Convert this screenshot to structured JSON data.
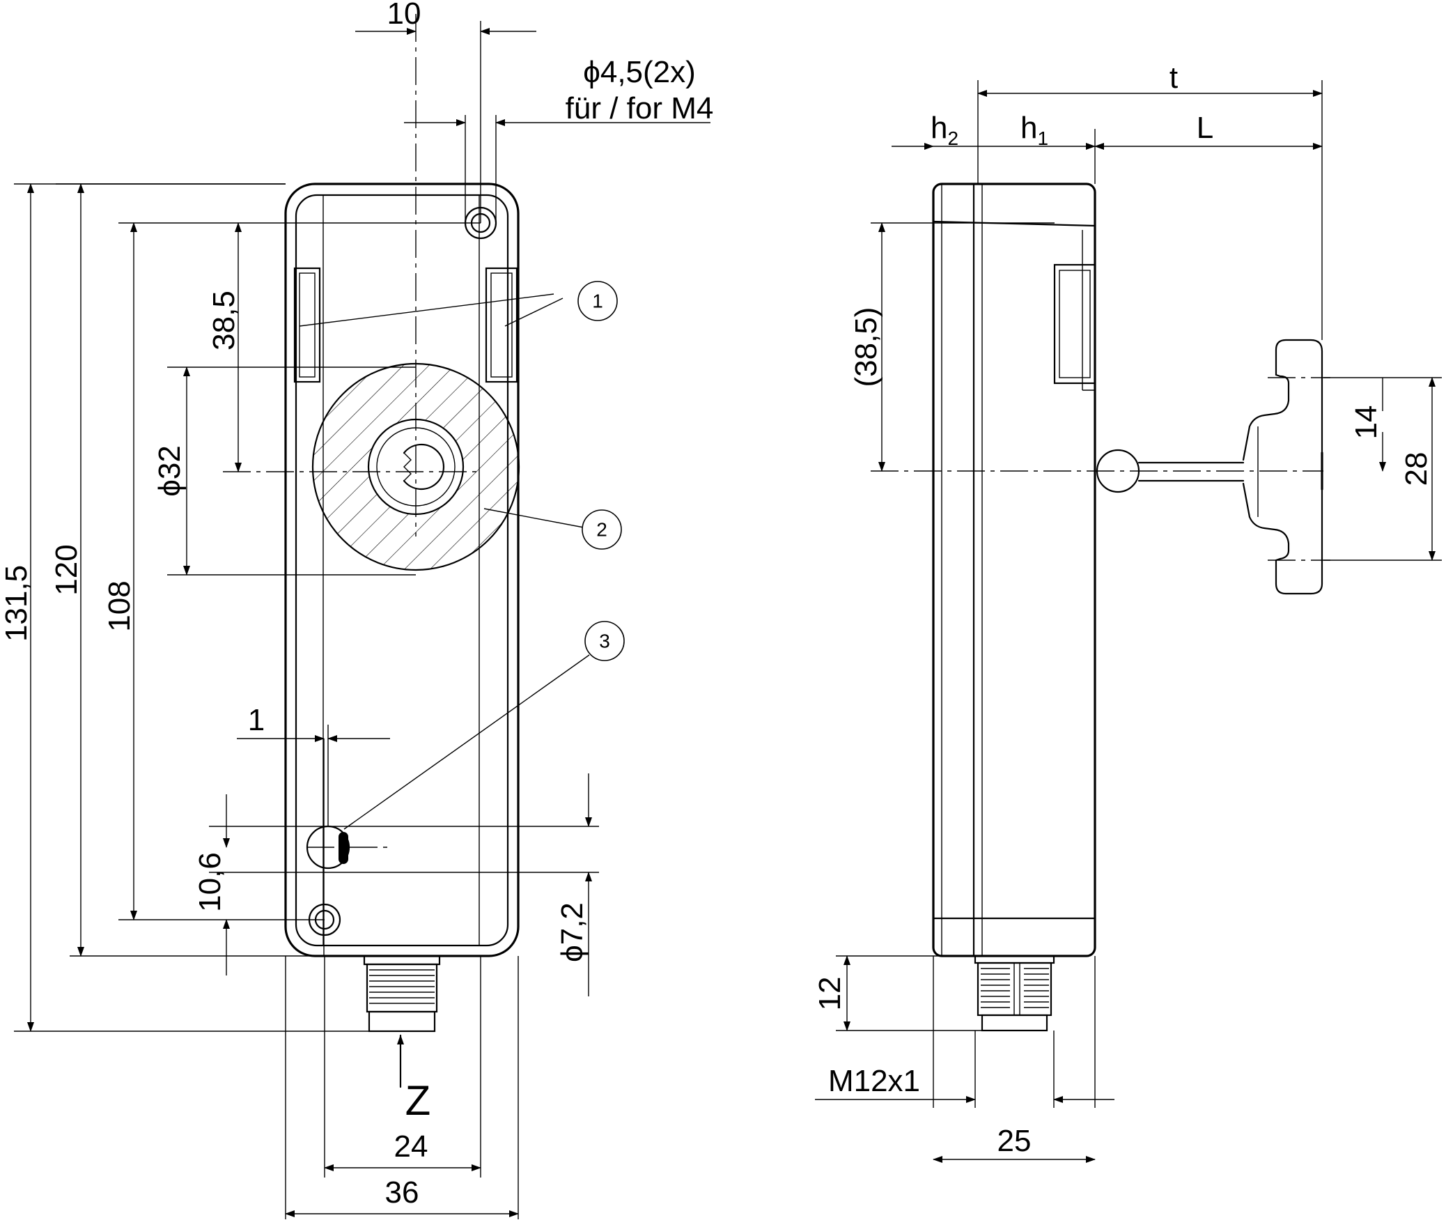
{
  "front_view": {
    "dim_width_total": "36",
    "dim_hole_spacing": "24",
    "dim_hole_offset": "10",
    "dim_mount_hole": "ϕ4,5(2x)",
    "dim_mount_hole_note": "für / for M4",
    "dim_height_total": "131,5",
    "dim_height_body": "120",
    "dim_hole_pitch": "108",
    "dim_top_offset": "38,5",
    "dim_actuator_dia": "ϕ32",
    "dim_led_offset_x": "1",
    "dim_led_offset_y": "10,6",
    "dim_led_dia": "ϕ7,2",
    "view_arrow_label": "Z"
  },
  "side_view": {
    "dim_t": "t",
    "dim_h1": "h",
    "dim_h1_sub": "1",
    "dim_h2": "h",
    "dim_h2_sub": "2",
    "dim_L": "L",
    "dim_ref_38_5": "(38,5)",
    "dim_14": "14",
    "dim_28": "28",
    "dim_connector_len": "12",
    "dim_thread": "M12x1",
    "dim_depth": "25"
  },
  "callouts": [
    "1",
    "2",
    "3"
  ]
}
